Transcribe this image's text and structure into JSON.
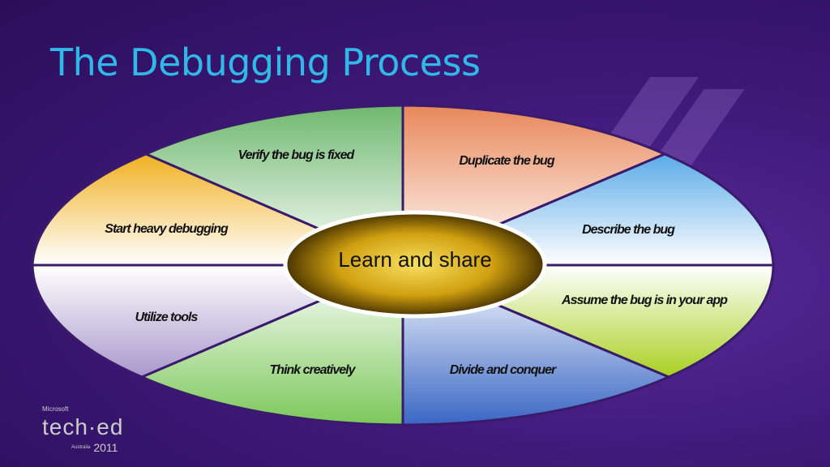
{
  "title": "The Debugging Process",
  "center": "Learn and share",
  "segments": [
    {
      "label": "Verify the bug is fixed",
      "color": "#6fb86f"
    },
    {
      "label": "Duplicate the bug",
      "color": "#e8875a"
    },
    {
      "label": "Describe the bug",
      "color": "#5aaae8"
    },
    {
      "label": "Assume the bug is in your app",
      "color": "#a8d020"
    },
    {
      "label": "Divide and conquer",
      "color": "#3a66c4"
    },
    {
      "label": "Think creatively",
      "color": "#7cc85a"
    },
    {
      "label": "Utilize tools",
      "color": "#a898cc"
    },
    {
      "label": "Start heavy debugging",
      "color": "#f0b020"
    }
  ],
  "logo": {
    "brand": "Microsoft",
    "name": "tech·ed",
    "region": "Australia",
    "year": "2011"
  }
}
